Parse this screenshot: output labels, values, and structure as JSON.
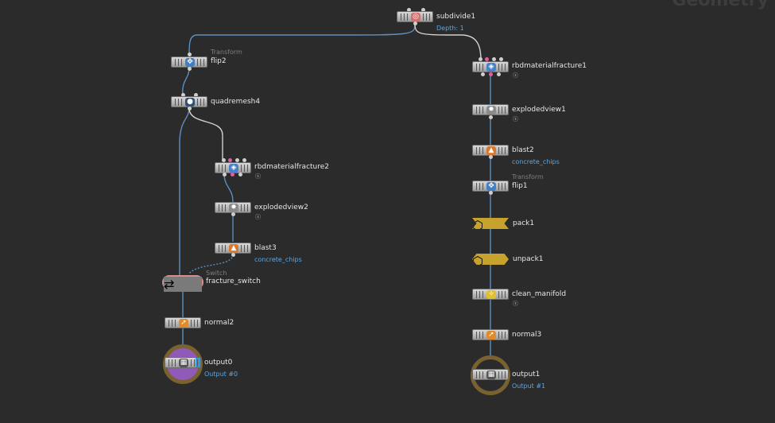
{
  "network_title": "Geometry",
  "nodes": {
    "subdivide1": {
      "name": "subdivide1",
      "sub": "Depth: 1"
    },
    "flip2": {
      "name": "flip2",
      "type": "Transform"
    },
    "quadremesh4": {
      "name": "quadremesh4"
    },
    "rbdmaterialfracture2": {
      "name": "rbdmaterialfracture2"
    },
    "explodedview2": {
      "name": "explodedview2"
    },
    "blast3": {
      "name": "blast3",
      "sub": "concrete_chips"
    },
    "fracture_switch": {
      "name": "fracture_switch",
      "type": "Switch"
    },
    "normal2": {
      "name": "normal2"
    },
    "output0": {
      "name": "output0",
      "sub": "Output #0"
    },
    "rbdmaterialfracture1": {
      "name": "rbdmaterialfracture1"
    },
    "explodedview1": {
      "name": "explodedview1"
    },
    "blast2": {
      "name": "blast2",
      "sub": "concrete_chips"
    },
    "flip1": {
      "name": "flip1",
      "type": "Transform"
    },
    "pack1": {
      "name": "pack1"
    },
    "unpack1": {
      "name": "unpack1"
    },
    "clean_manifold": {
      "name": "clean_manifold"
    },
    "normal3": {
      "name": "normal3"
    },
    "output1": {
      "name": "output1",
      "sub": "Output #1"
    }
  },
  "colors": {
    "wire": "#5e8fc0",
    "wire_white": "#d0d0d0",
    "label": "#e6e6e6",
    "sub": "#5aa7e6"
  }
}
